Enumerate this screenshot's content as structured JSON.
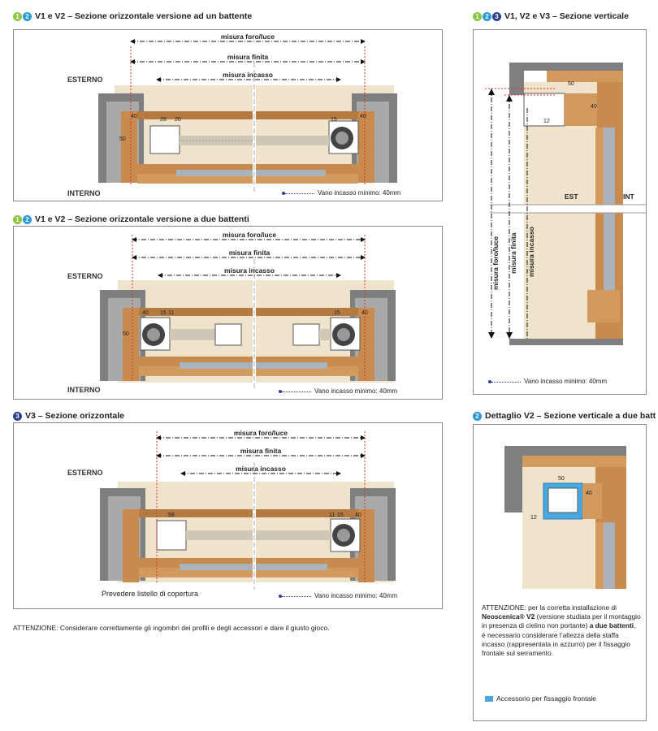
{
  "sections": {
    "s1": {
      "badges": [
        "1",
        "2"
      ],
      "title": "V1 e V2 – Sezione orizzontale versione ad un battente"
    },
    "s2": {
      "badges": [
        "1",
        "2"
      ],
      "title": "V1 e V2 – Sezione orizzontale versione a due battenti"
    },
    "s3": {
      "badges": [
        "3"
      ],
      "title": "V3 – Sezione orizzontale"
    },
    "s4": {
      "badges": [
        "1",
        "2",
        "3"
      ],
      "title": "V1, V2 e V3 – Sezione verticale"
    },
    "s5": {
      "badges": [
        "2"
      ],
      "title": "Dettaglio V2 – Sezione verticale a due batt"
    }
  },
  "labels": {
    "misura_foro": "misura foro/luce",
    "misura_finita": "misura finita",
    "misura_incasso": "misura incasso",
    "esterno": "ESTERNO",
    "interno": "INTERNO",
    "est": "EST",
    "int": "INT",
    "vano": "Vano incasso minimo: 40mm",
    "listello": "Prevedere listello di copertura"
  },
  "dims": {
    "d40": "40",
    "d50": "50",
    "d28": "28",
    "d20": "20",
    "d15": "15",
    "d11": "11",
    "d58": "58",
    "d12": "12"
  },
  "attention_main": "ATTENZIONE: Considerare correttamente gli ingombri dei profili e degli accessori e dare il giusto gioco.",
  "attention_v2": {
    "p1": "ATTENZIONE: per la corretta installazione di ",
    "brand": "Neoscenica® V2",
    "p2": " (versione studiata per il montaggio in presenza di cielino non portante) ",
    "bold2": "a due battenti",
    "p3": ", è necessario considerare l’altezza della staffa incasso (rappresentata in azzurro) per il fissaggio frontale sul serramento."
  },
  "legend": "Accessorio per fissaggio frontale",
  "colors": {
    "accent_green": "#8dc63f",
    "accent_blue": "#2a9ad6",
    "accent_navy": "#2d3f8f",
    "bracket_blue": "#4aa8e0",
    "wood": "#c98a4e",
    "wall": "#8c8c8c",
    "cream": "#f2e6d0"
  }
}
